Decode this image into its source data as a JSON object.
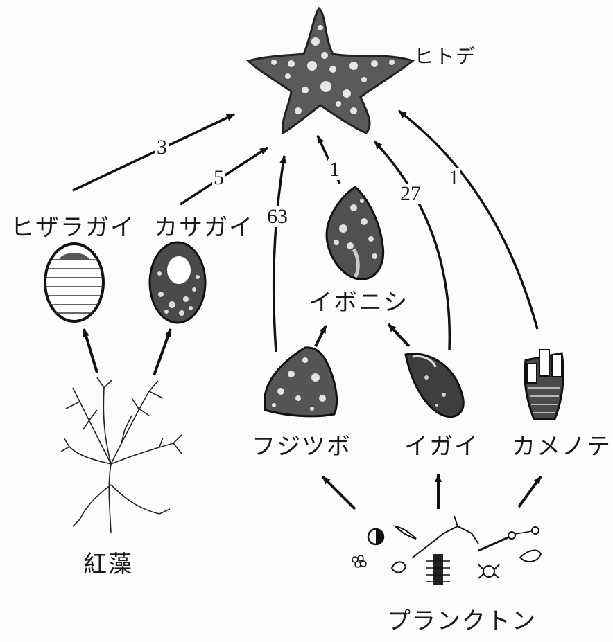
{
  "nodes": {
    "starfish": "ヒトデ",
    "hizaragai": "ヒザラガイ",
    "kasagai": "カサガイ",
    "iboniShi": "イボニシ",
    "fujitsubo": "フジツボ",
    "igai": "イガイ",
    "kamenote": "カメノテ",
    "kousou": "紅藻",
    "plankton": "プランクトン"
  },
  "edge_values": {
    "hizaragai_to_starfish": "3",
    "kasagai_to_starfish": "5",
    "fujitsubo_to_starfish": "63",
    "iboniShi_to_starfish": "1",
    "igai_to_starfish": "27",
    "kamenote_to_starfish": "1"
  }
}
